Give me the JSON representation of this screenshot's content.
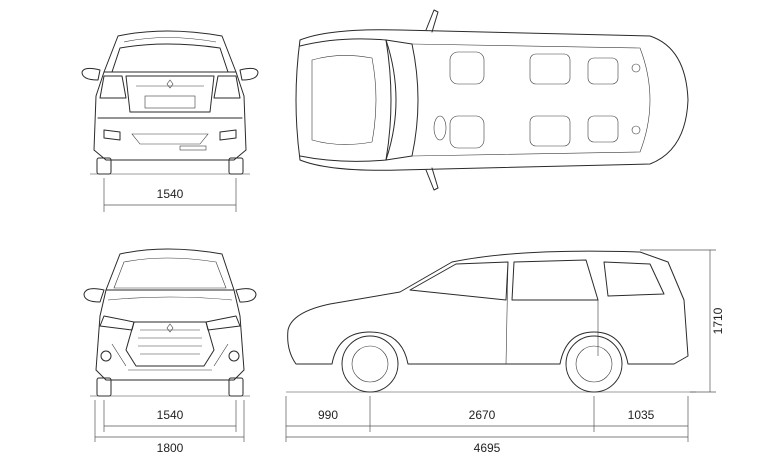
{
  "dimensions": {
    "rear_track": "1540",
    "front_track": "1540",
    "overall_width": "1800",
    "front_overhang": "990",
    "wheelbase": "2670",
    "rear_overhang": "1035",
    "overall_length": "4695",
    "overall_height": "1710"
  }
}
